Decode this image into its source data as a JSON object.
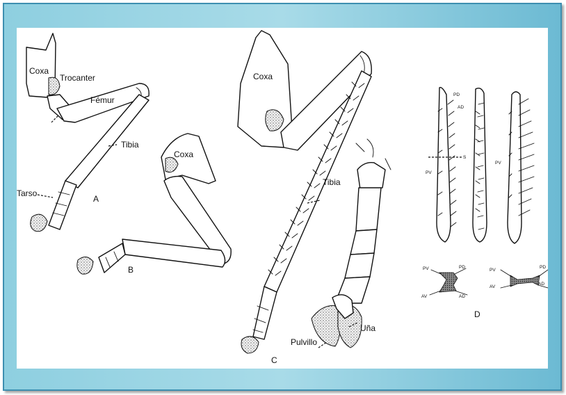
{
  "figure": {
    "leg_a": {
      "panel_letter": "A",
      "labels": {
        "coxa": "Coxa",
        "trochanter": "Trocanter",
        "femur": "Fémur",
        "tibia": "Tibia",
        "tarsus": "Tarso"
      }
    },
    "leg_b": {
      "panel_letter": "B",
      "labels": {
        "coxa": "Coxa"
      }
    },
    "leg_c": {
      "panel_letter": "C",
      "labels": {
        "coxa": "Coxa",
        "tibia": "Tibia",
        "claw": "Uña",
        "pulvillus": "Pulvillo"
      }
    },
    "detail_d": {
      "panel_letter": "D",
      "bristle_labels": {
        "pd": "PD",
        "ad": "AD",
        "s": "S",
        "pv1": "PV",
        "pv2": "PV"
      },
      "cross_section_1": {
        "pv": "PV",
        "pd": "PD",
        "av": "AV",
        "ad": "AD"
      },
      "cross_section_2": {
        "pv": "PV",
        "pd": "PD",
        "av": "AV",
        "ad": "AD"
      }
    }
  }
}
